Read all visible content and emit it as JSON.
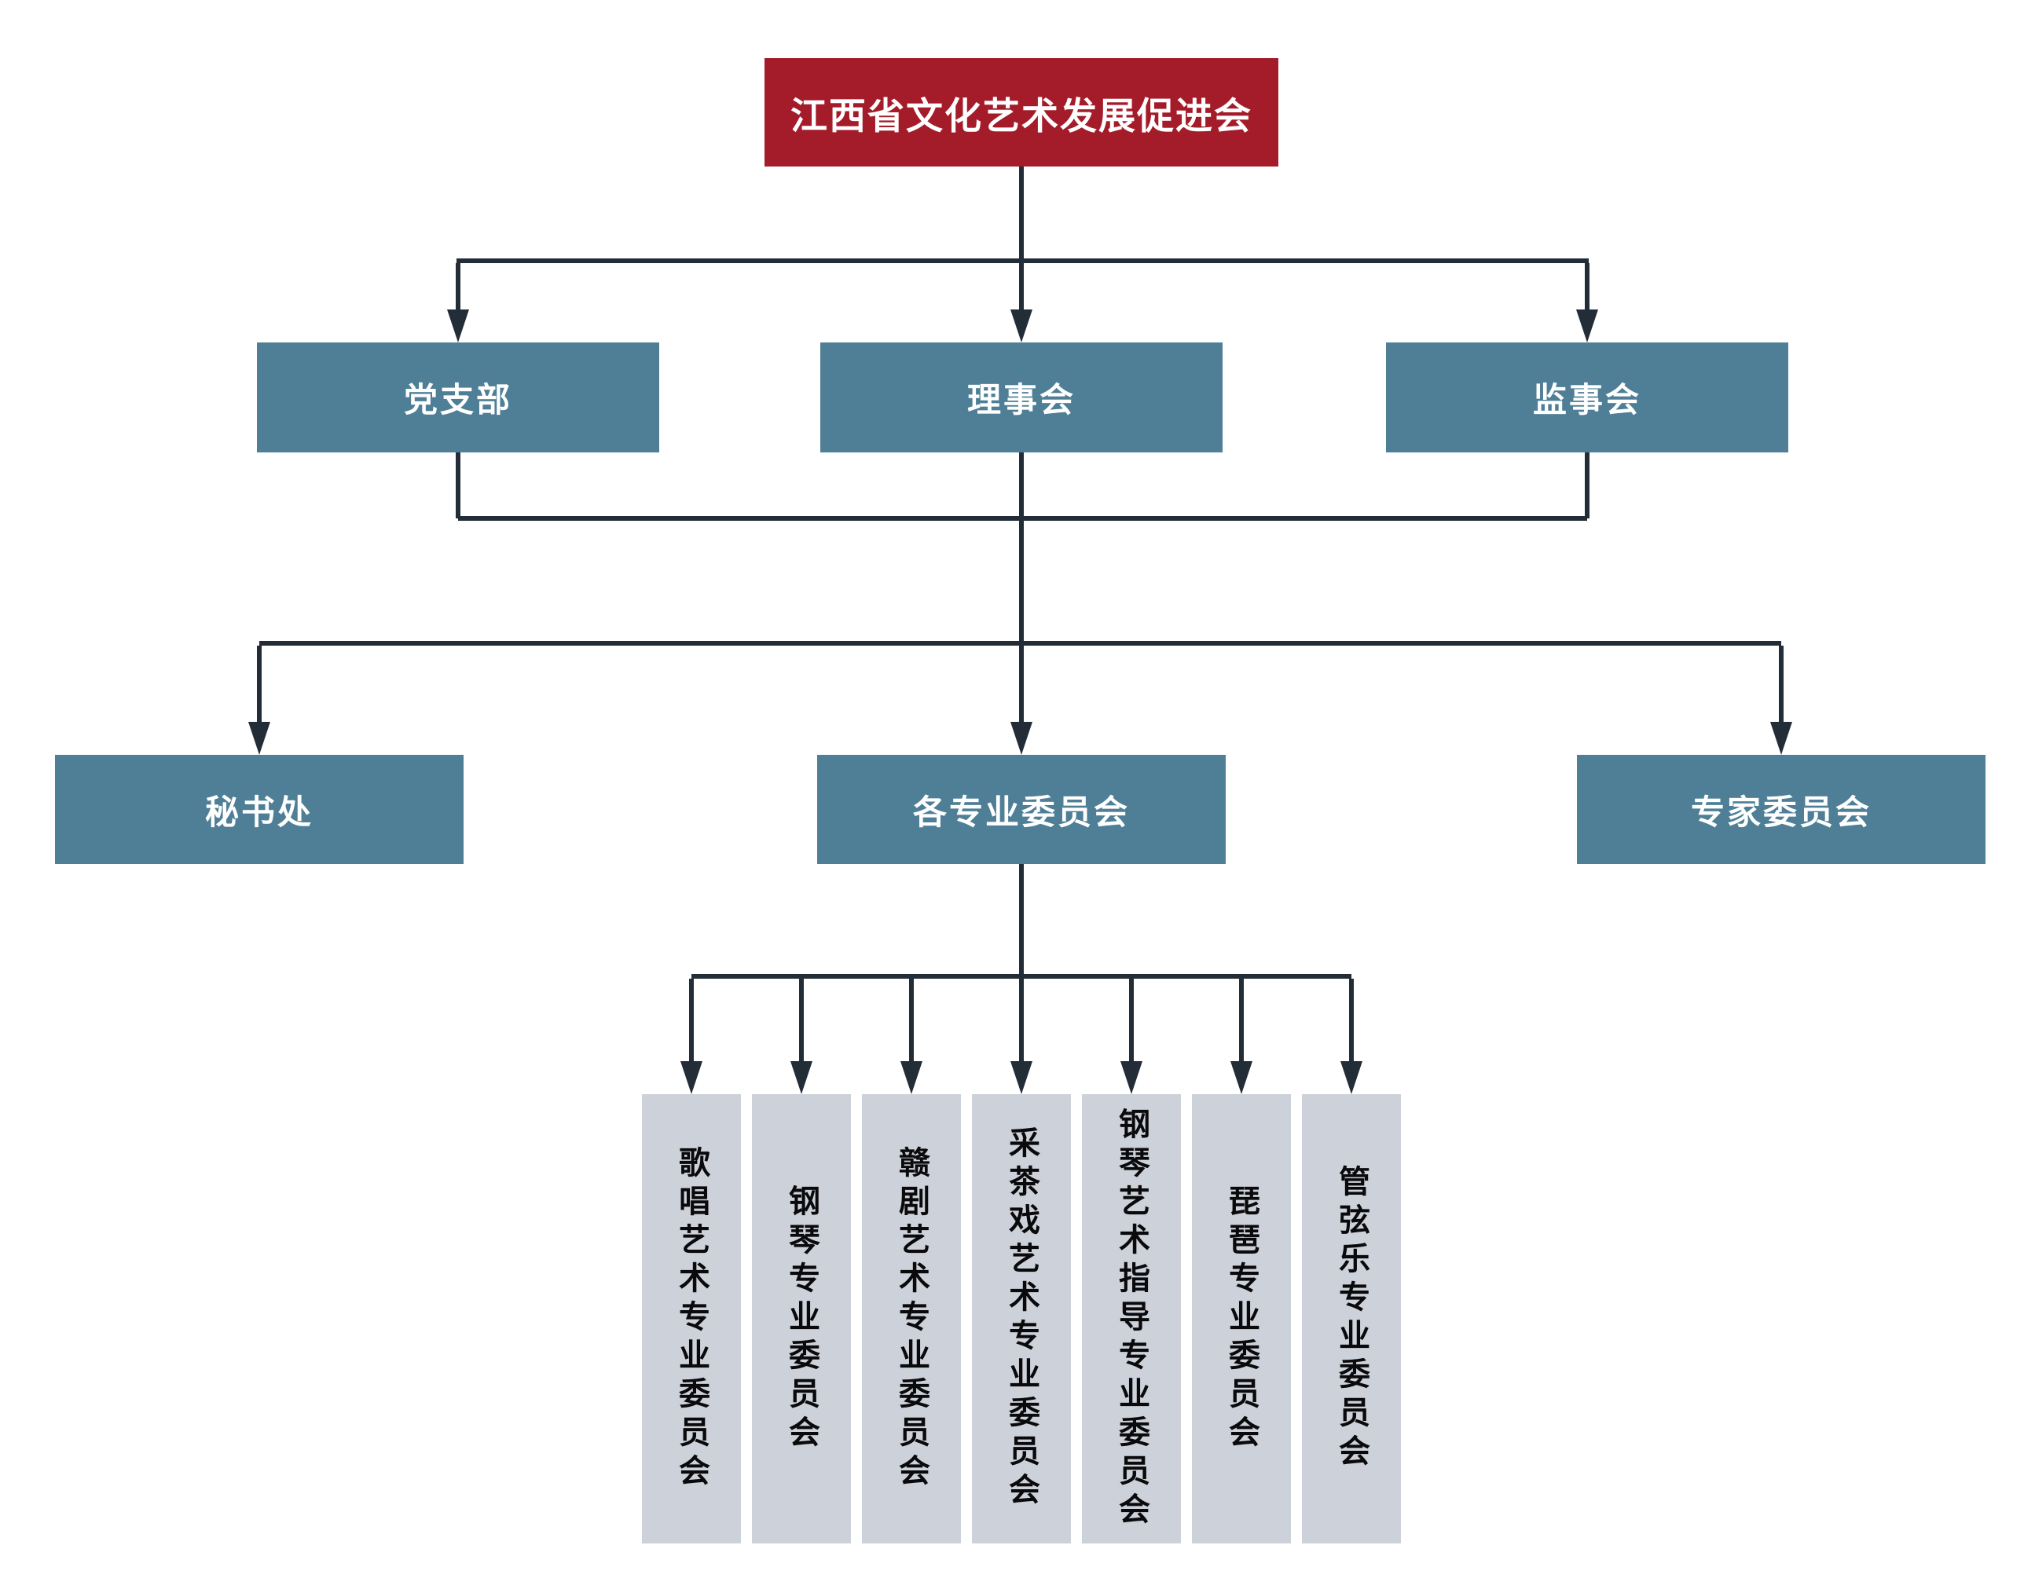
{
  "org_chart": {
    "root": {
      "label": "江西省文化艺术发展促进会"
    },
    "level2": [
      {
        "label": "党支部"
      },
      {
        "label": "理事会"
      },
      {
        "label": "监事会"
      }
    ],
    "level3": [
      {
        "label": "秘书处"
      },
      {
        "label": "各专业委员会"
      },
      {
        "label": "专家委员会"
      }
    ],
    "committees": [
      {
        "label": "歌唱艺术专业委员会"
      },
      {
        "label": "钢琴专业委员会"
      },
      {
        "label": "赣剧艺术专业委员会"
      },
      {
        "label": "采茶戏艺术专业委员会"
      },
      {
        "label": "钢琴艺术指导专业委员会"
      },
      {
        "label": "琵琶专业委员会"
      },
      {
        "label": "管弦乐专业委员会"
      }
    ],
    "colors": {
      "root_bg": "#a41c2a",
      "branch_bg": "#4e7f96",
      "leaf_bg": "#cdd1d9",
      "root_text": "#ffffff",
      "branch_text": "#ffffff",
      "leaf_text": "#0a0a0c",
      "line": "#232d37"
    }
  }
}
